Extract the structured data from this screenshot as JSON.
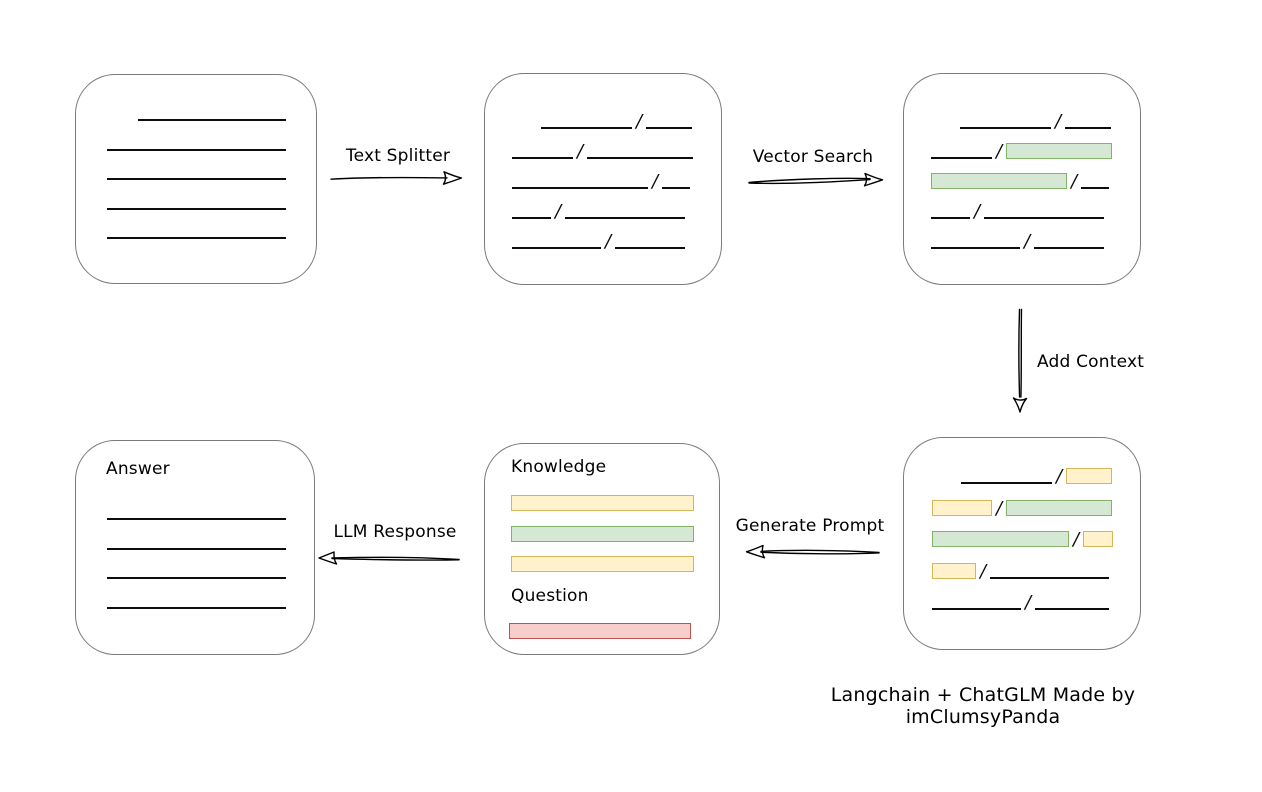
{
  "caption": {
    "text": "Langchain + ChatGLM Made by imClumsyPanda"
  },
  "labels": {
    "text_splitter": "Text Splitter",
    "vector_search": "Vector Search",
    "add_context": "Add Context",
    "generate_prompt": "Generate Prompt",
    "llm_response": "LLM Response"
  },
  "colors": {
    "green-fill": "#d5e8d4",
    "green-border": "#82b366",
    "yellow-fill": "#fff2cc",
    "yellow-border": "#d6b656",
    "red-fill": "#f8cecc",
    "red-border": "#b85450"
  },
  "boxes": {
    "document": {
      "rows": [
        {
          "indent": 31,
          "segs": [
            {
              "t": "line",
              "w": 148
            }
          ]
        },
        {
          "indent": 0,
          "segs": [
            {
              "t": "line",
              "w": 179
            }
          ]
        },
        {
          "indent": 0,
          "segs": [
            {
              "t": "line",
              "w": 179
            }
          ]
        },
        {
          "indent": 0,
          "segs": [
            {
              "t": "line",
              "w": 179
            }
          ]
        },
        {
          "indent": 0,
          "segs": [
            {
              "t": "line",
              "w": 179
            }
          ]
        }
      ]
    },
    "chunks": {
      "rows": [
        {
          "indent": 29,
          "segs": [
            {
              "t": "line",
              "w": 91
            },
            {
              "t": "line",
              "w": 46
            }
          ]
        },
        {
          "indent": 0,
          "segs": [
            {
              "t": "line",
              "w": 61
            },
            {
              "t": "line",
              "w": 106
            }
          ]
        },
        {
          "indent": 0,
          "segs": [
            {
              "t": "line",
              "w": 136
            },
            {
              "t": "line",
              "w": 28
            }
          ]
        },
        {
          "indent": 0,
          "segs": [
            {
              "t": "line",
              "w": 39
            },
            {
              "t": "line",
              "w": 120
            }
          ]
        },
        {
          "indent": 0,
          "segs": [
            {
              "t": "line",
              "w": 89
            },
            {
              "t": "line",
              "w": 70
            }
          ]
        }
      ]
    },
    "retrieved": {
      "rows": [
        {
          "indent": 29,
          "segs": [
            {
              "t": "line",
              "w": 91
            },
            {
              "t": "line",
              "w": 46
            }
          ]
        },
        {
          "indent": 0,
          "segs": [
            {
              "t": "line",
              "w": 61
            },
            {
              "t": "green",
              "w": 106
            }
          ]
        },
        {
          "indent": 0,
          "segs": [
            {
              "t": "green",
              "w": 136
            },
            {
              "t": "line",
              "w": 28
            }
          ]
        },
        {
          "indent": 0,
          "segs": [
            {
              "t": "line",
              "w": 39
            },
            {
              "t": "line",
              "w": 120
            }
          ]
        },
        {
          "indent": 0,
          "segs": [
            {
              "t": "line",
              "w": 89
            },
            {
              "t": "line",
              "w": 70
            }
          ]
        }
      ]
    },
    "context": {
      "rows": [
        {
          "indent": 29,
          "segs": [
            {
              "t": "line",
              "w": 91
            },
            {
              "t": "yellow",
              "w": 46
            }
          ]
        },
        {
          "indent": 0,
          "segs": [
            {
              "t": "yellow",
              "w": 60
            },
            {
              "t": "green",
              "w": 106
            }
          ]
        },
        {
          "indent": 0,
          "segs": [
            {
              "t": "green",
              "w": 137
            },
            {
              "t": "yellow",
              "w": 30
            }
          ]
        },
        {
          "indent": 0,
          "segs": [
            {
              "t": "yellow",
              "w": 44
            },
            {
              "t": "line",
              "w": 119
            }
          ]
        },
        {
          "indent": 0,
          "segs": [
            {
              "t": "line",
              "w": 89
            },
            {
              "t": "line",
              "w": 74
            }
          ]
        }
      ]
    },
    "prompt": {
      "knowledge_label": "Knowledge",
      "question_label": "Question",
      "knowledge_bars": [
        {
          "indent": 0,
          "segs": [
            {
              "t": "yellow",
              "w": 183
            }
          ]
        },
        {
          "indent": 0,
          "segs": [
            {
              "t": "green",
              "w": 183
            }
          ]
        },
        {
          "indent": 0,
          "segs": [
            {
              "t": "yellow",
              "w": 183
            }
          ]
        }
      ],
      "question_bars": [
        {
          "indent": 0,
          "segs": [
            {
              "t": "red",
              "w": 182
            }
          ]
        }
      ]
    },
    "answer": {
      "label": "Answer",
      "rows": [
        {
          "indent": 0,
          "segs": [
            {
              "t": "line",
              "w": 179
            }
          ]
        },
        {
          "indent": 0,
          "segs": [
            {
              "t": "line",
              "w": 179
            }
          ]
        },
        {
          "indent": 0,
          "segs": [
            {
              "t": "line",
              "w": 179
            }
          ]
        },
        {
          "indent": 0,
          "segs": [
            {
              "t": "line",
              "w": 179
            }
          ]
        }
      ]
    }
  }
}
